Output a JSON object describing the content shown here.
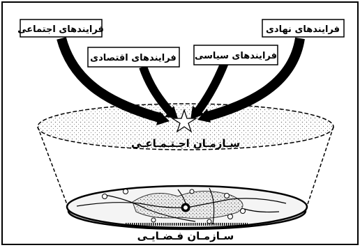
{
  "processes": {
    "social": "فرایندهای اجتماعی",
    "institutional": "فرایندهای نهادی",
    "economic": "فرایندهای اقتصادی",
    "political": "فرایندهای سیاسی"
  },
  "organization": {
    "social": "سـازمـان اجـتـمـاعـی",
    "spatial": "سـازمـان فـضـایـی"
  }
}
